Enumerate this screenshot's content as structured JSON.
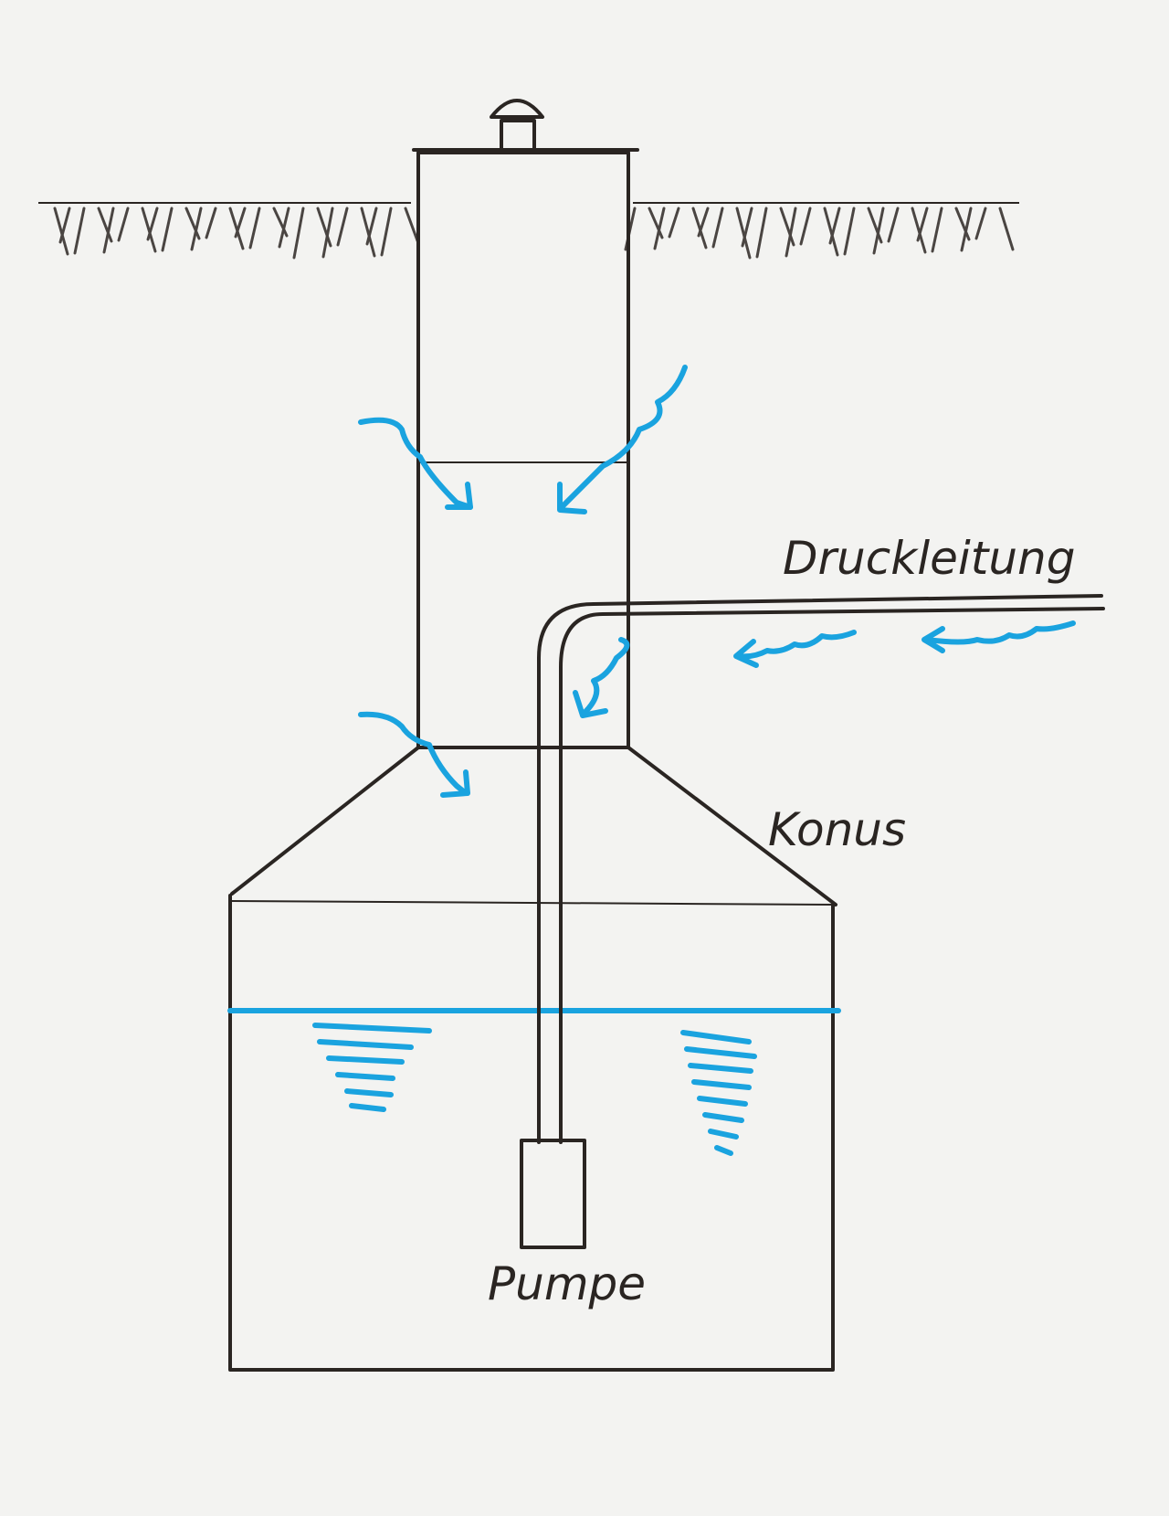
{
  "labels": {
    "pressure_pipe": "Druckleitung",
    "cone": "Konus",
    "pump": "Pumpe"
  },
  "colors": {
    "ink": "#2a2522",
    "water": "#1aa3df",
    "paper": "#f3f3f1"
  }
}
